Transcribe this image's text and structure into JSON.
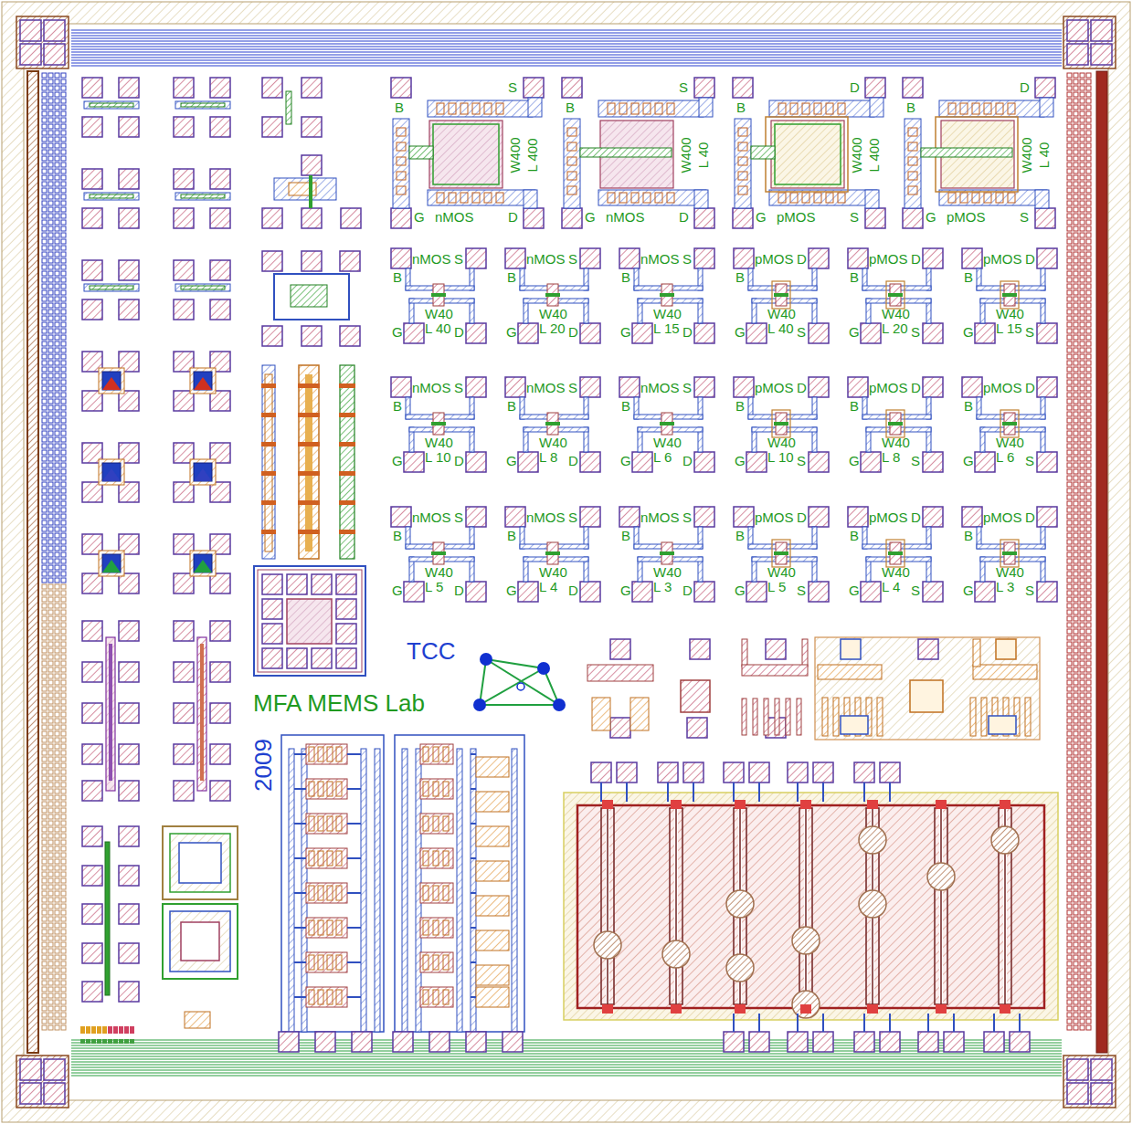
{
  "diagram": {
    "labels": [
      "S",
      "B",
      "W400",
      "L 400",
      "G",
      "nMOS",
      "D",
      "S",
      "B",
      "W400",
      "L 40",
      "G",
      "nMOS",
      "D",
      "D",
      "B",
      "W400",
      "L 400",
      "G",
      "pMOS",
      "S",
      "D",
      "B",
      "W400",
      "L 40",
      "G",
      "pMOS",
      "S",
      "B",
      "nMOS",
      "S",
      "G",
      "W40",
      "L 40",
      "D",
      "B",
      "nMOS",
      "S",
      "G",
      "W40",
      "L 20",
      "D",
      "B",
      "nMOS",
      "S",
      "G",
      "W40",
      "L 15",
      "D",
      "B",
      "pMOS",
      "D",
      "G",
      "W40",
      "L 40",
      "S",
      "B",
      "pMOS",
      "D",
      "G",
      "W40",
      "L 20",
      "S",
      "B",
      "pMOS",
      "D",
      "G",
      "W40",
      "L 15",
      "S",
      "B",
      "nMOS",
      "S",
      "G",
      "W40",
      "L 10",
      "D",
      "B",
      "nMOS",
      "S",
      "G",
      "W40",
      "L 8",
      "D",
      "B",
      "nMOS",
      "S",
      "G",
      "W40",
      "L 6",
      "D",
      "B",
      "pMOS",
      "D",
      "G",
      "W40",
      "L 10",
      "S",
      "B",
      "pMOS",
      "D",
      "G",
      "W40",
      "L 8",
      "S",
      "B",
      "pMOS",
      "D",
      "G",
      "W40",
      "L 6",
      "S",
      "B",
      "nMOS",
      "S",
      "G",
      "W40",
      "L 5",
      "D",
      "B",
      "nMOS",
      "S",
      "G",
      "W40",
      "L 4",
      "D",
      "B",
      "nMOS",
      "S",
      "G",
      "W40",
      "L 3",
      "D",
      "B",
      "pMOS",
      "D",
      "G",
      "W40",
      "L 5",
      "S",
      "B",
      "pMOS",
      "D",
      "G",
      "W40",
      "L 4",
      "S",
      "B",
      "pMOS",
      "D",
      "G",
      "W40",
      "L 3",
      "S",
      "TCC",
      "MFA MEMS Lab",
      "2009"
    ]
  }
}
